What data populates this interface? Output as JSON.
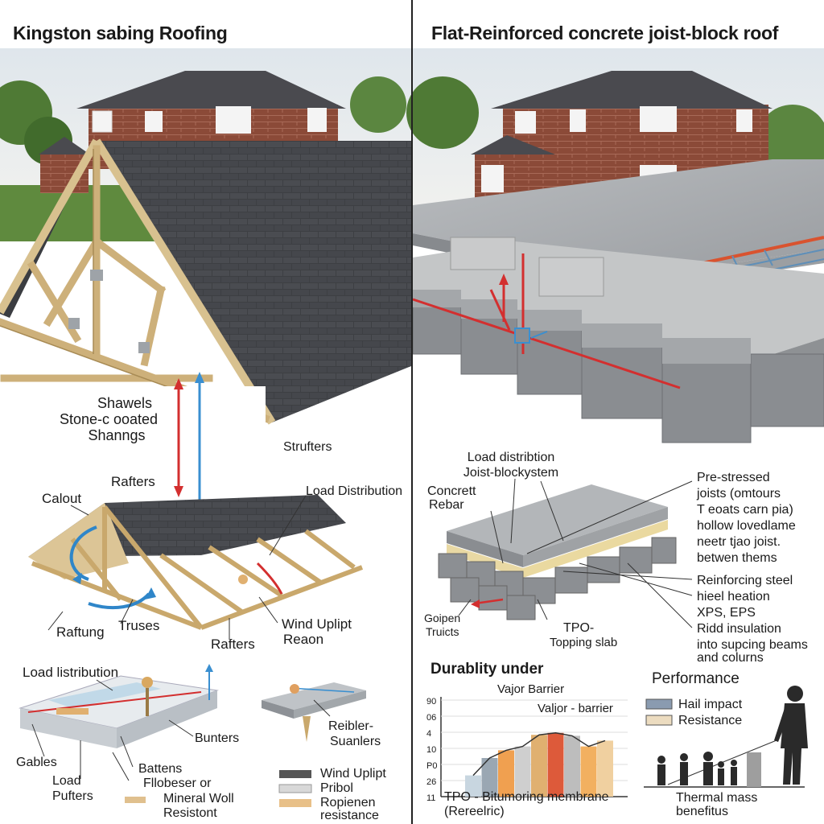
{
  "titles": {
    "left": "Kingston sabing Roofing",
    "right": "Flat-Reinforced concrete joist-block roof"
  },
  "left_labels": {
    "shawels": "Shawels",
    "stone_coated": "Stone-c ooated",
    "shanngs": "Shanngs",
    "strufters": "Strufters",
    "rafters_top": "Rafters",
    "calout": "Calout",
    "load_distribution": "Load Distribution",
    "rafting": "Raftung",
    "trusses": "Truses",
    "rafters_bottom": "Rafters",
    "wind_uplift": "Wind Uplipt",
    "reaon": "Reaon"
  },
  "left_bottom": {
    "load_istribution": "Load listribution",
    "bunters": "Bunters",
    "gables": "Gables",
    "battens": "Battens",
    "load": "Load",
    "pufters": "Pufters",
    "flobeser": "Fllobeser or",
    "mineral": "Mineral Woll",
    "resistont": "Resistont",
    "reibler": "Reibler-",
    "suanlers": "Suanlers"
  },
  "legend": [
    {
      "label": "Wind Uplipt",
      "color": "#555555"
    },
    {
      "label": "Pribol",
      "color": "#d8d8d8"
    },
    {
      "label": "Ropienen",
      "color": "#e8c088"
    }
  ],
  "legend_extra": "resistance",
  "right_labels": {
    "load_distribution": "Load distribtion",
    "joist_block": "Joist-blockystem",
    "concrett": "Concrett",
    "rebar": "Rebar",
    "pre_stressed": "Pre-stressed",
    "joists": "joists (omtours",
    "t_boats": "T eoats carn pia)",
    "hollow": "hollow lovedlame",
    "neetr": "neetr tjao joist.",
    "betwen": "betwen thems",
    "reinforcing": "Reinforcing steel",
    "hieel": "hieel heation",
    "xps": "XPS, EPS",
    "ridd": "Ridd insulation",
    "into": "into supcing beams",
    "columns": "and colurns",
    "goipen": "Goipen",
    "truicts": "Truicts",
    "tpo": "TPO-",
    "topping": "Topping slab"
  },
  "durability": {
    "title": "Durablity under",
    "subtitle": "Vajor Barrier",
    "inner_label": "Valjor - barrier",
    "caption_line1": "TPO - Bitumoring membrane",
    "caption_line2": "(Rereelric)"
  },
  "performance": {
    "title": "Performance",
    "legend": [
      {
        "label": "Hail impact",
        "color": "#8a9bb0"
      },
      {
        "label": "Resistance",
        "color": "#ecdcc0"
      }
    ],
    "caption_line1": "Thermal mass",
    "caption_line2": "benefitus"
  },
  "chart_data": {
    "type": "bar",
    "title": "Durablity under",
    "subtitle": "Vajor Barrier",
    "yticks": [
      "90",
      "06",
      "4",
      "10",
      "P0",
      "26",
      "11"
    ],
    "values": [
      22,
      40,
      48,
      52,
      64,
      66,
      63,
      52,
      58
    ],
    "colors": [
      "#c8d6e0",
      "#9aa7b3",
      "#f0a050",
      "#cfcfcf",
      "#e0b070",
      "#dd5a3a",
      "#bdbdbd",
      "#f2b060",
      "#f0d0a0"
    ],
    "ylim": [
      0,
      100
    ]
  }
}
